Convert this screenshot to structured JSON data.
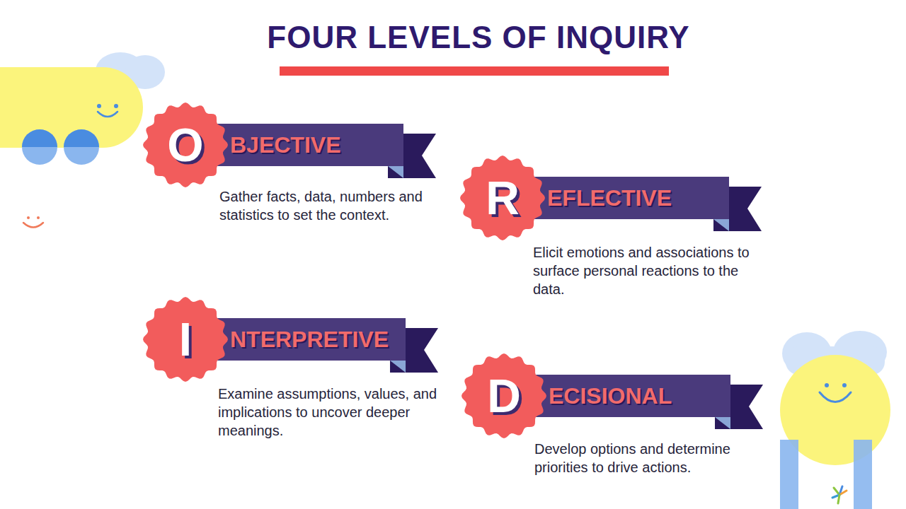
{
  "diagram": {
    "title": "FOUR LEVELS OF INQUIRY",
    "nodes": [
      {
        "text": [
          "O",
          "BJECTIVE",
          "Gather facts, data, numbers and statistics to set the context."
        ]
      },
      {
        "text": [
          "R",
          "EFLECTIVE",
          "Elicit emotions and associations to surface personal reactions to the data."
        ]
      },
      {
        "text": [
          "I",
          "NTERPRETIVE",
          "Examine assumptions, values, and implications to uncover deeper meanings."
        ]
      },
      {
        "text": [
          "D",
          "ECISIONAL",
          "Develop options and determine priorities to drive actions."
        ]
      }
    ]
  }
}
